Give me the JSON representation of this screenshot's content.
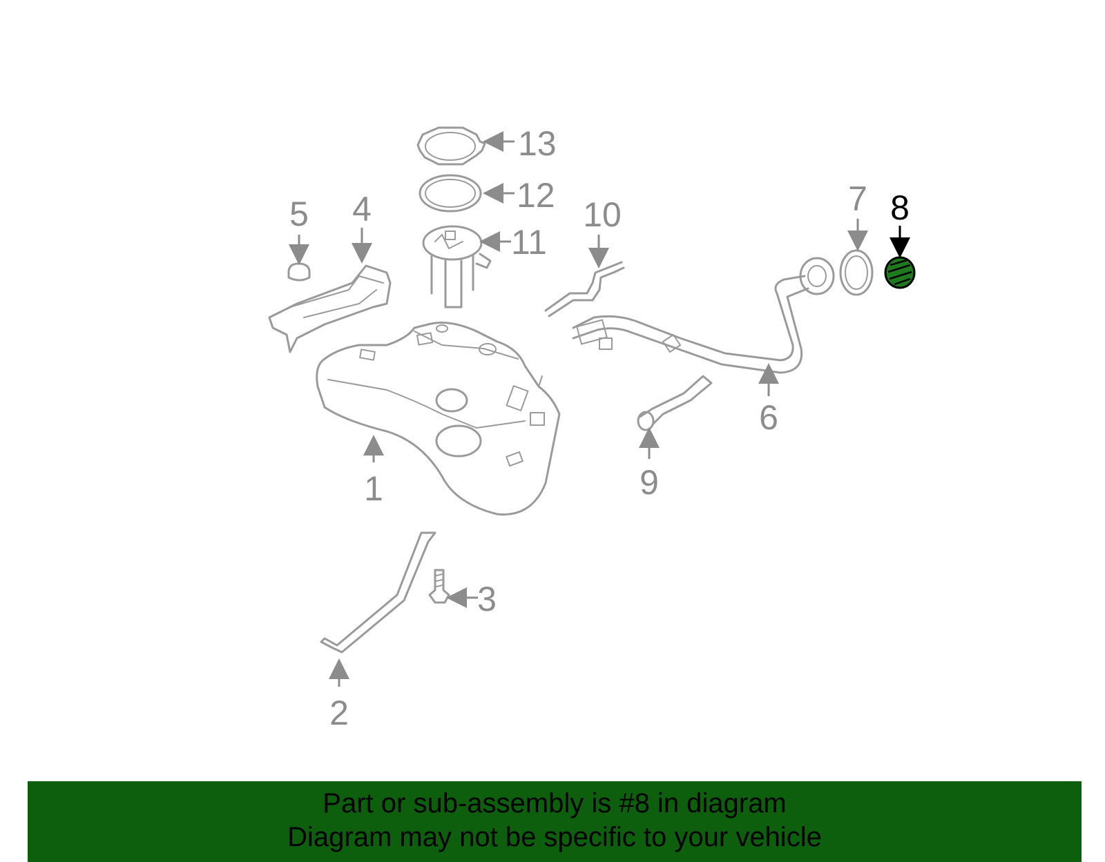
{
  "callouts": [
    {
      "id": "1",
      "label": "1"
    },
    {
      "id": "2",
      "label": "2"
    },
    {
      "id": "3",
      "label": "3"
    },
    {
      "id": "4",
      "label": "4"
    },
    {
      "id": "5",
      "label": "5"
    },
    {
      "id": "6",
      "label": "6"
    },
    {
      "id": "7",
      "label": "7"
    },
    {
      "id": "8",
      "label": "8"
    },
    {
      "id": "9",
      "label": "9"
    },
    {
      "id": "10",
      "label": "10"
    },
    {
      "id": "11",
      "label": "11"
    },
    {
      "id": "12",
      "label": "12"
    },
    {
      "id": "13",
      "label": "13"
    }
  ],
  "highlight_part": "8",
  "colors": {
    "banner": "#0d5f0d",
    "highlight_fill": "#1f7a1f",
    "part_stroke": "#9a9a9a",
    "label_gray": "#8c8c8c"
  },
  "banner": {
    "line1": "Part or sub-assembly is #8 in diagram",
    "line2": "Diagram may not be specific to your vehicle"
  }
}
